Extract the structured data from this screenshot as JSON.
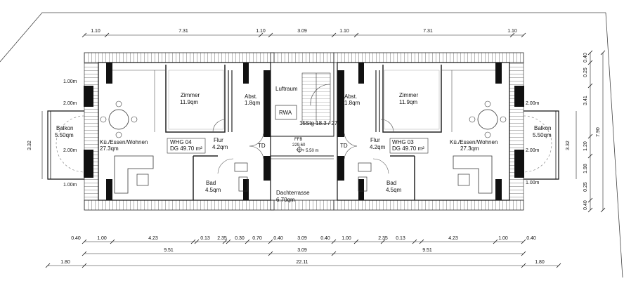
{
  "top_dims": [
    "1.10",
    "7.31",
    "1.10",
    "3.09",
    "1.10",
    "7.31",
    "1.10"
  ],
  "bottom_dims_row1": [
    "0.40",
    "1.00",
    "4.23",
    "0.13",
    "2.35",
    "0.30",
    "0.70",
    "0.40",
    "3.09",
    "0.40",
    "1.00",
    "2.35",
    "0.13",
    "4.23",
    "1.00",
    "0.40"
  ],
  "bottom_dims_row2": [
    "9.51",
    "3.09",
    "9.51"
  ],
  "bottom_dims_row3": [
    "1.80",
    "22.11",
    "1.80"
  ],
  "right_dims_inner": [
    "0.40",
    "0.25",
    "3.41",
    "1.20",
    "1.98",
    "0.25",
    "0.40"
  ],
  "right_dims_outer": [
    "7.90"
  ],
  "side_dim_left": "3.32",
  "side_dim_right": "3.32",
  "height_marks": {
    "left_1": "1.00m",
    "left_2": "2.00m",
    "left_3": "2.00m",
    "left_4": "1.00m",
    "right_1": "2.00m",
    "right_2": "2.00m",
    "right_3": "1.00m"
  },
  "rooms": {
    "balkon_left": {
      "name": "Balkon",
      "area": "5.50qm"
    },
    "kue_left": {
      "name": "Kü./Essen/Wohnen",
      "area": "27.3qm"
    },
    "whg_left": {
      "line1": "WHG 04",
      "line2": "DG 49.70 m²"
    },
    "zimmer_left": {
      "name": "Zimmer",
      "area": "11.9qm"
    },
    "abst_left": {
      "name": "Abst.",
      "area": "1.8qm"
    },
    "flur_left": {
      "name": "Flur",
      "area": "4.2qm"
    },
    "bad_left": {
      "name": "Bad",
      "area": "4.5qm"
    },
    "td_left": "TD",
    "luftraum": "Luftraum",
    "rwa": "RWA",
    "stairs": "15Stg 18.3 / 27",
    "ffb_label": "FFB",
    "ffb_value": "229.60",
    "ffb_level": "+ 5.50 m",
    "dachterrasse": {
      "name": "Dachterrasse",
      "area": "6.70qm"
    },
    "td_right": "TD",
    "abst_right": {
      "name": "Abst.",
      "area": "1.8qm"
    },
    "zimmer_right": {
      "name": "Zimmer",
      "area": "11.9qm"
    },
    "flur_right": {
      "name": "Flur",
      "area": "4.2qm"
    },
    "whg_right": {
      "line1": "WHG 03",
      "line2": "DG 49.70 m²"
    },
    "kue_right": {
      "name": "Kü./Essen/Wohnen",
      "area": "27.3qm"
    },
    "balkon_right": {
      "name": "Balkon",
      "area": "5.50qm"
    },
    "bad_right": {
      "name": "Bad",
      "area": "4.5qm"
    }
  }
}
